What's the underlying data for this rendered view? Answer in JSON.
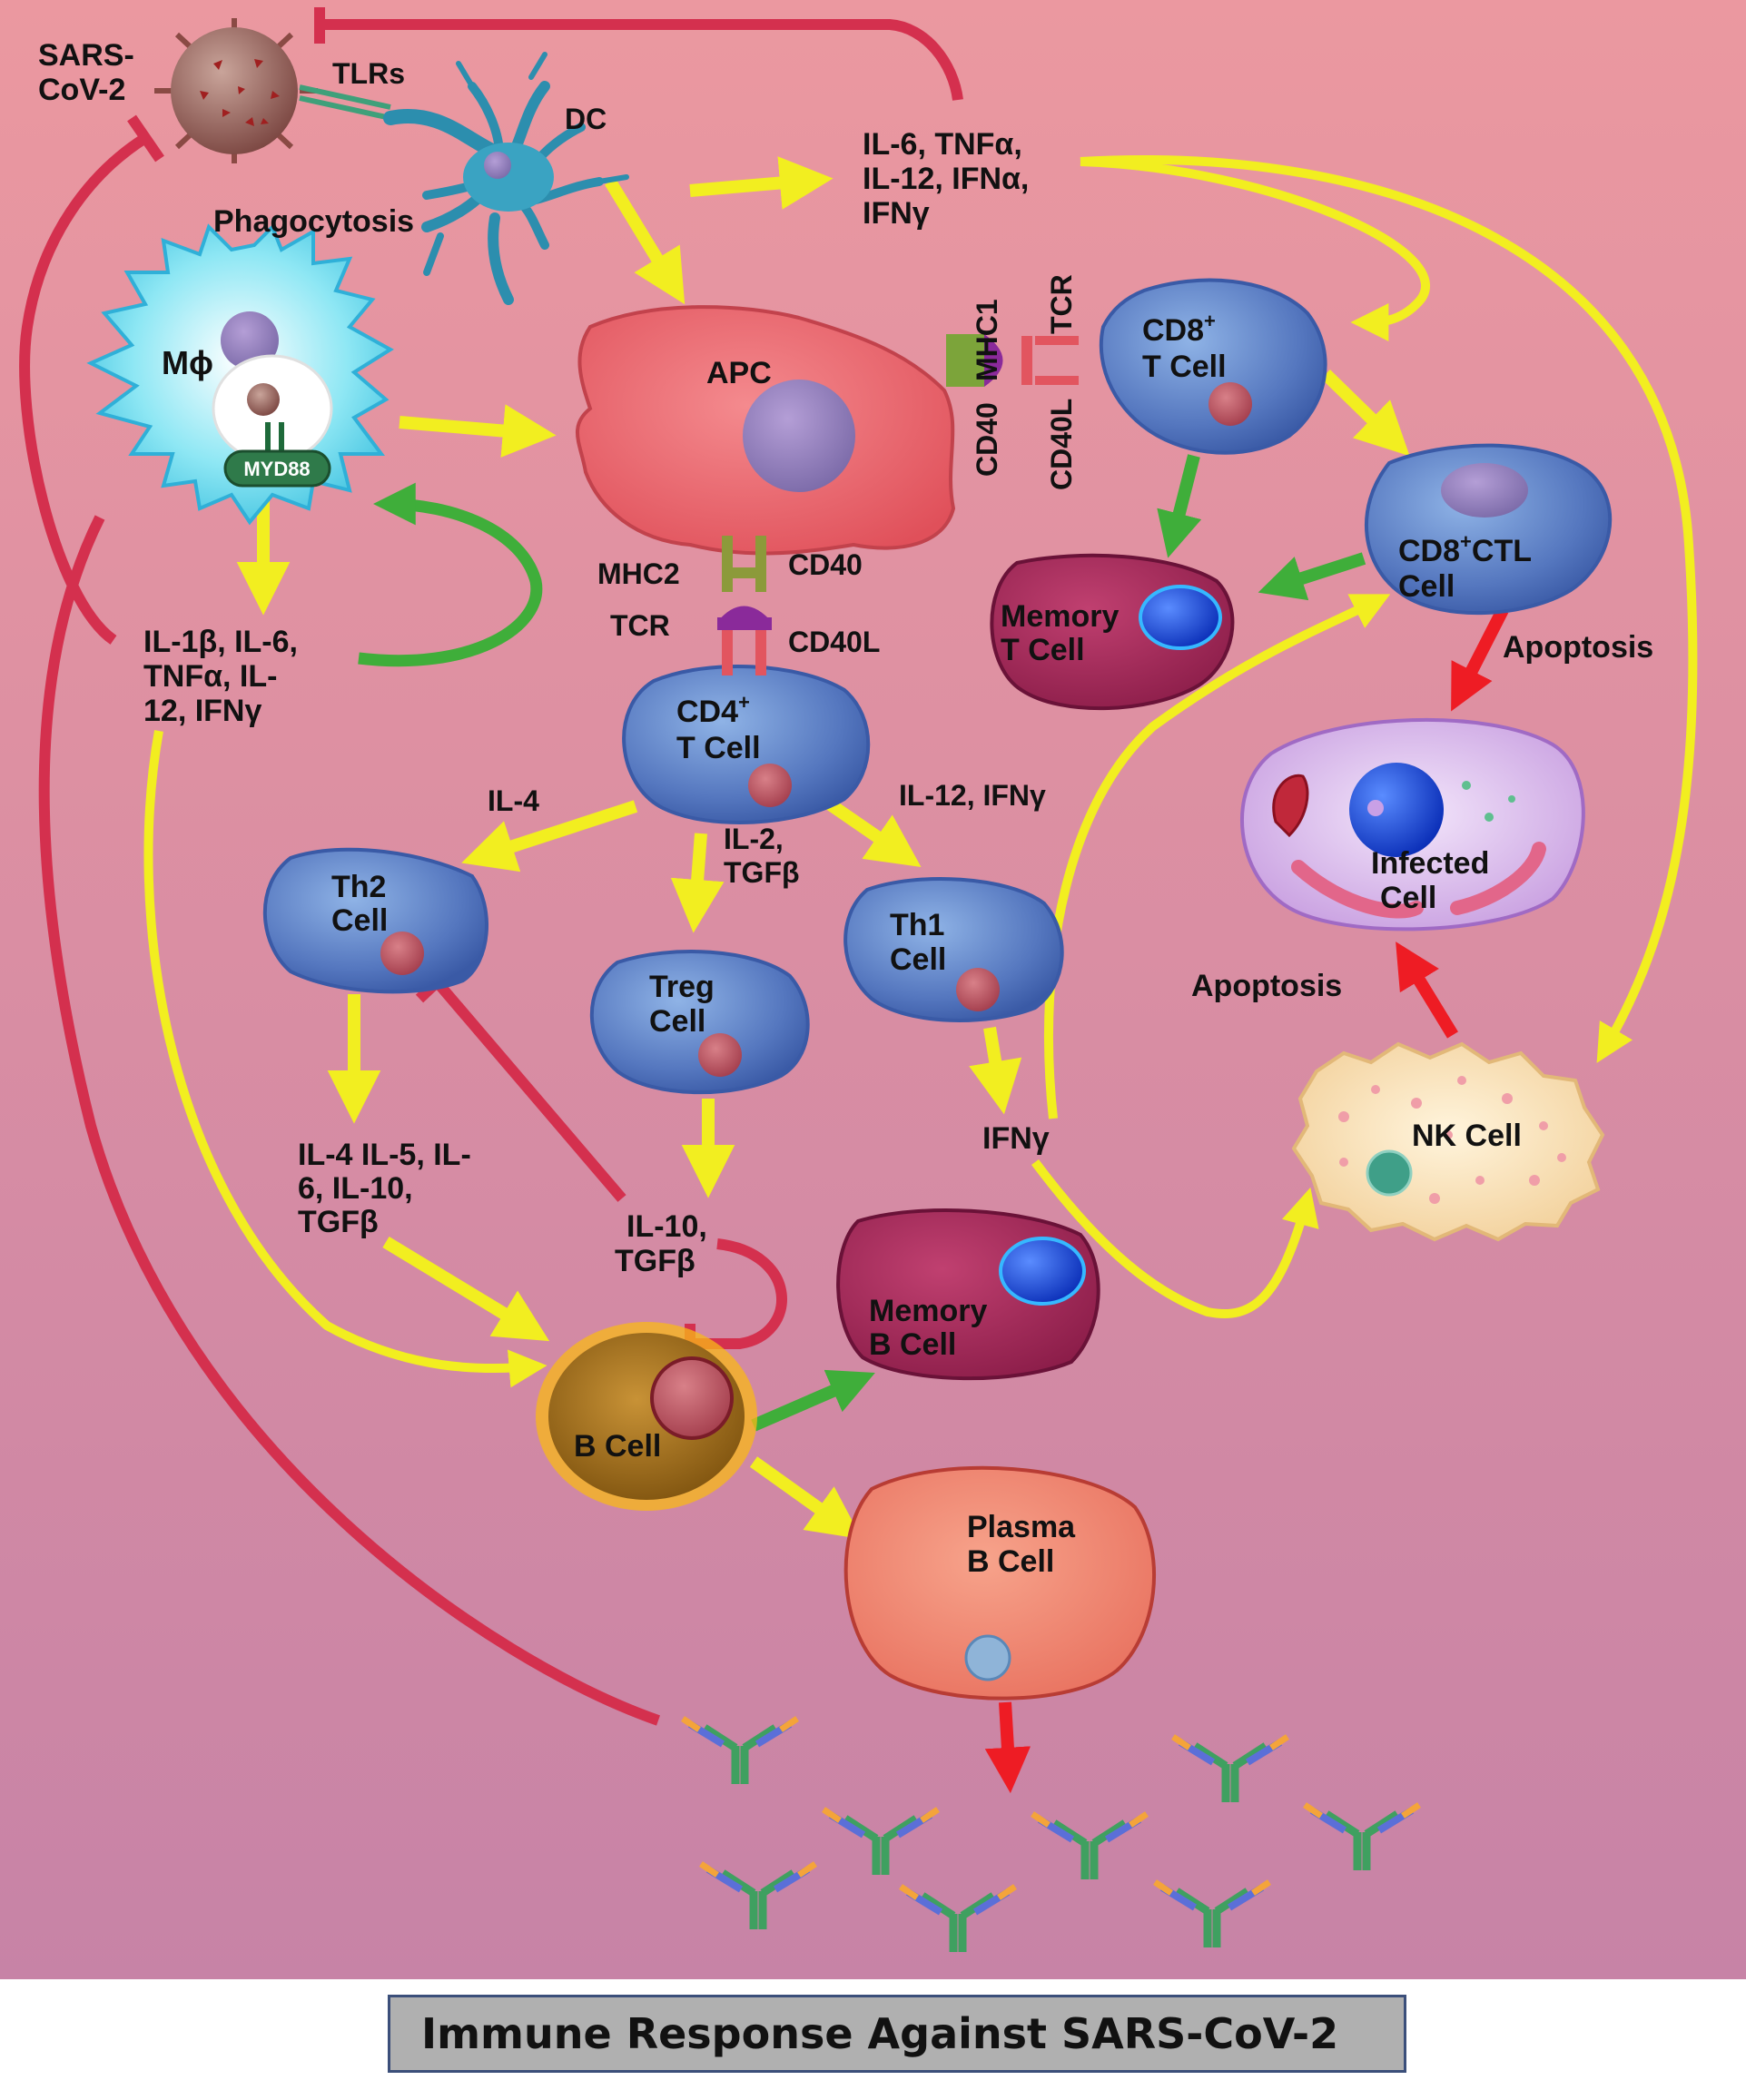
{
  "caption": "Immune Response Against SARS-CoV-2",
  "colors": {
    "background_top": "#e997a0",
    "background_bottom": "#c984a5",
    "activation_arrow": "#f2ee20",
    "inhibition_line": "#d4304e",
    "differentiation_arrow": "#3fae3a",
    "killing_arrow": "#ee1c24"
  },
  "cells": {
    "virus": {
      "line1": "SARS-",
      "line2": "CoV-2",
      "receptor": "TLRs"
    },
    "dc": {
      "label": "DC"
    },
    "macrophage": {
      "label": "Mϕ",
      "adaptor": "MYD88",
      "process": "Phagocytosis"
    },
    "apc": {
      "label": "APC"
    },
    "cd8_t": {
      "line1": "CD8",
      "sup": "+",
      "line2": "T Cell"
    },
    "cd8_ctl": {
      "line1": "CD8",
      "sup": "+",
      "line1b": "CTL",
      "line2": "Cell"
    },
    "memory_t": {
      "line1": "Memory",
      "line2": "T Cell"
    },
    "infected": {
      "line1": "Infected",
      "line2": "Cell"
    },
    "cd4_t": {
      "line1": "CD4",
      "sup": "+",
      "line2": "T Cell"
    },
    "th2": {
      "line1": "Th2",
      "line2": "Cell"
    },
    "treg": {
      "line1": "Treg",
      "line2": "Cell"
    },
    "th1": {
      "line1": "Th1",
      "line2": "Cell"
    },
    "nk": {
      "label": "NK Cell"
    },
    "memory_b": {
      "line1": "Memory",
      "line2": "B Cell"
    },
    "b_cell": {
      "label": "B Cell"
    },
    "plasma_b": {
      "line1": "Plasma",
      "line2": "B Cell"
    }
  },
  "molecules": {
    "mhc1": "MHC1",
    "tcr_top": "TCR",
    "cd40_top": "CD40",
    "cd40l_top": "CD40L",
    "mhc2": "MHC2",
    "cd40_mid": "CD40",
    "tcr_mid": "TCR",
    "cd40l_mid": "CD40L"
  },
  "cytokines": {
    "dc_out": [
      "IL-6, TNFα,",
      "IL-12, IFNα,",
      "IFNγ"
    ],
    "macrophage_out": [
      "IL-1β, IL-6,",
      "TNFα, IL-",
      "12, IFNγ"
    ],
    "il4": "IL-4",
    "il2_tgfb": [
      "IL-2,",
      "TGFβ"
    ],
    "il12_ifng": "IL-12, IFNγ",
    "th2_out": [
      "IL-4 IL-5, IL-",
      "6, IL-10,",
      "TGFβ"
    ],
    "treg_out": [
      "IL-10,",
      "TGFβ"
    ],
    "ifng": "IFNγ"
  },
  "processes": {
    "apoptosis_ctl": "Apoptosis",
    "apoptosis_nk": "Apoptosis"
  }
}
